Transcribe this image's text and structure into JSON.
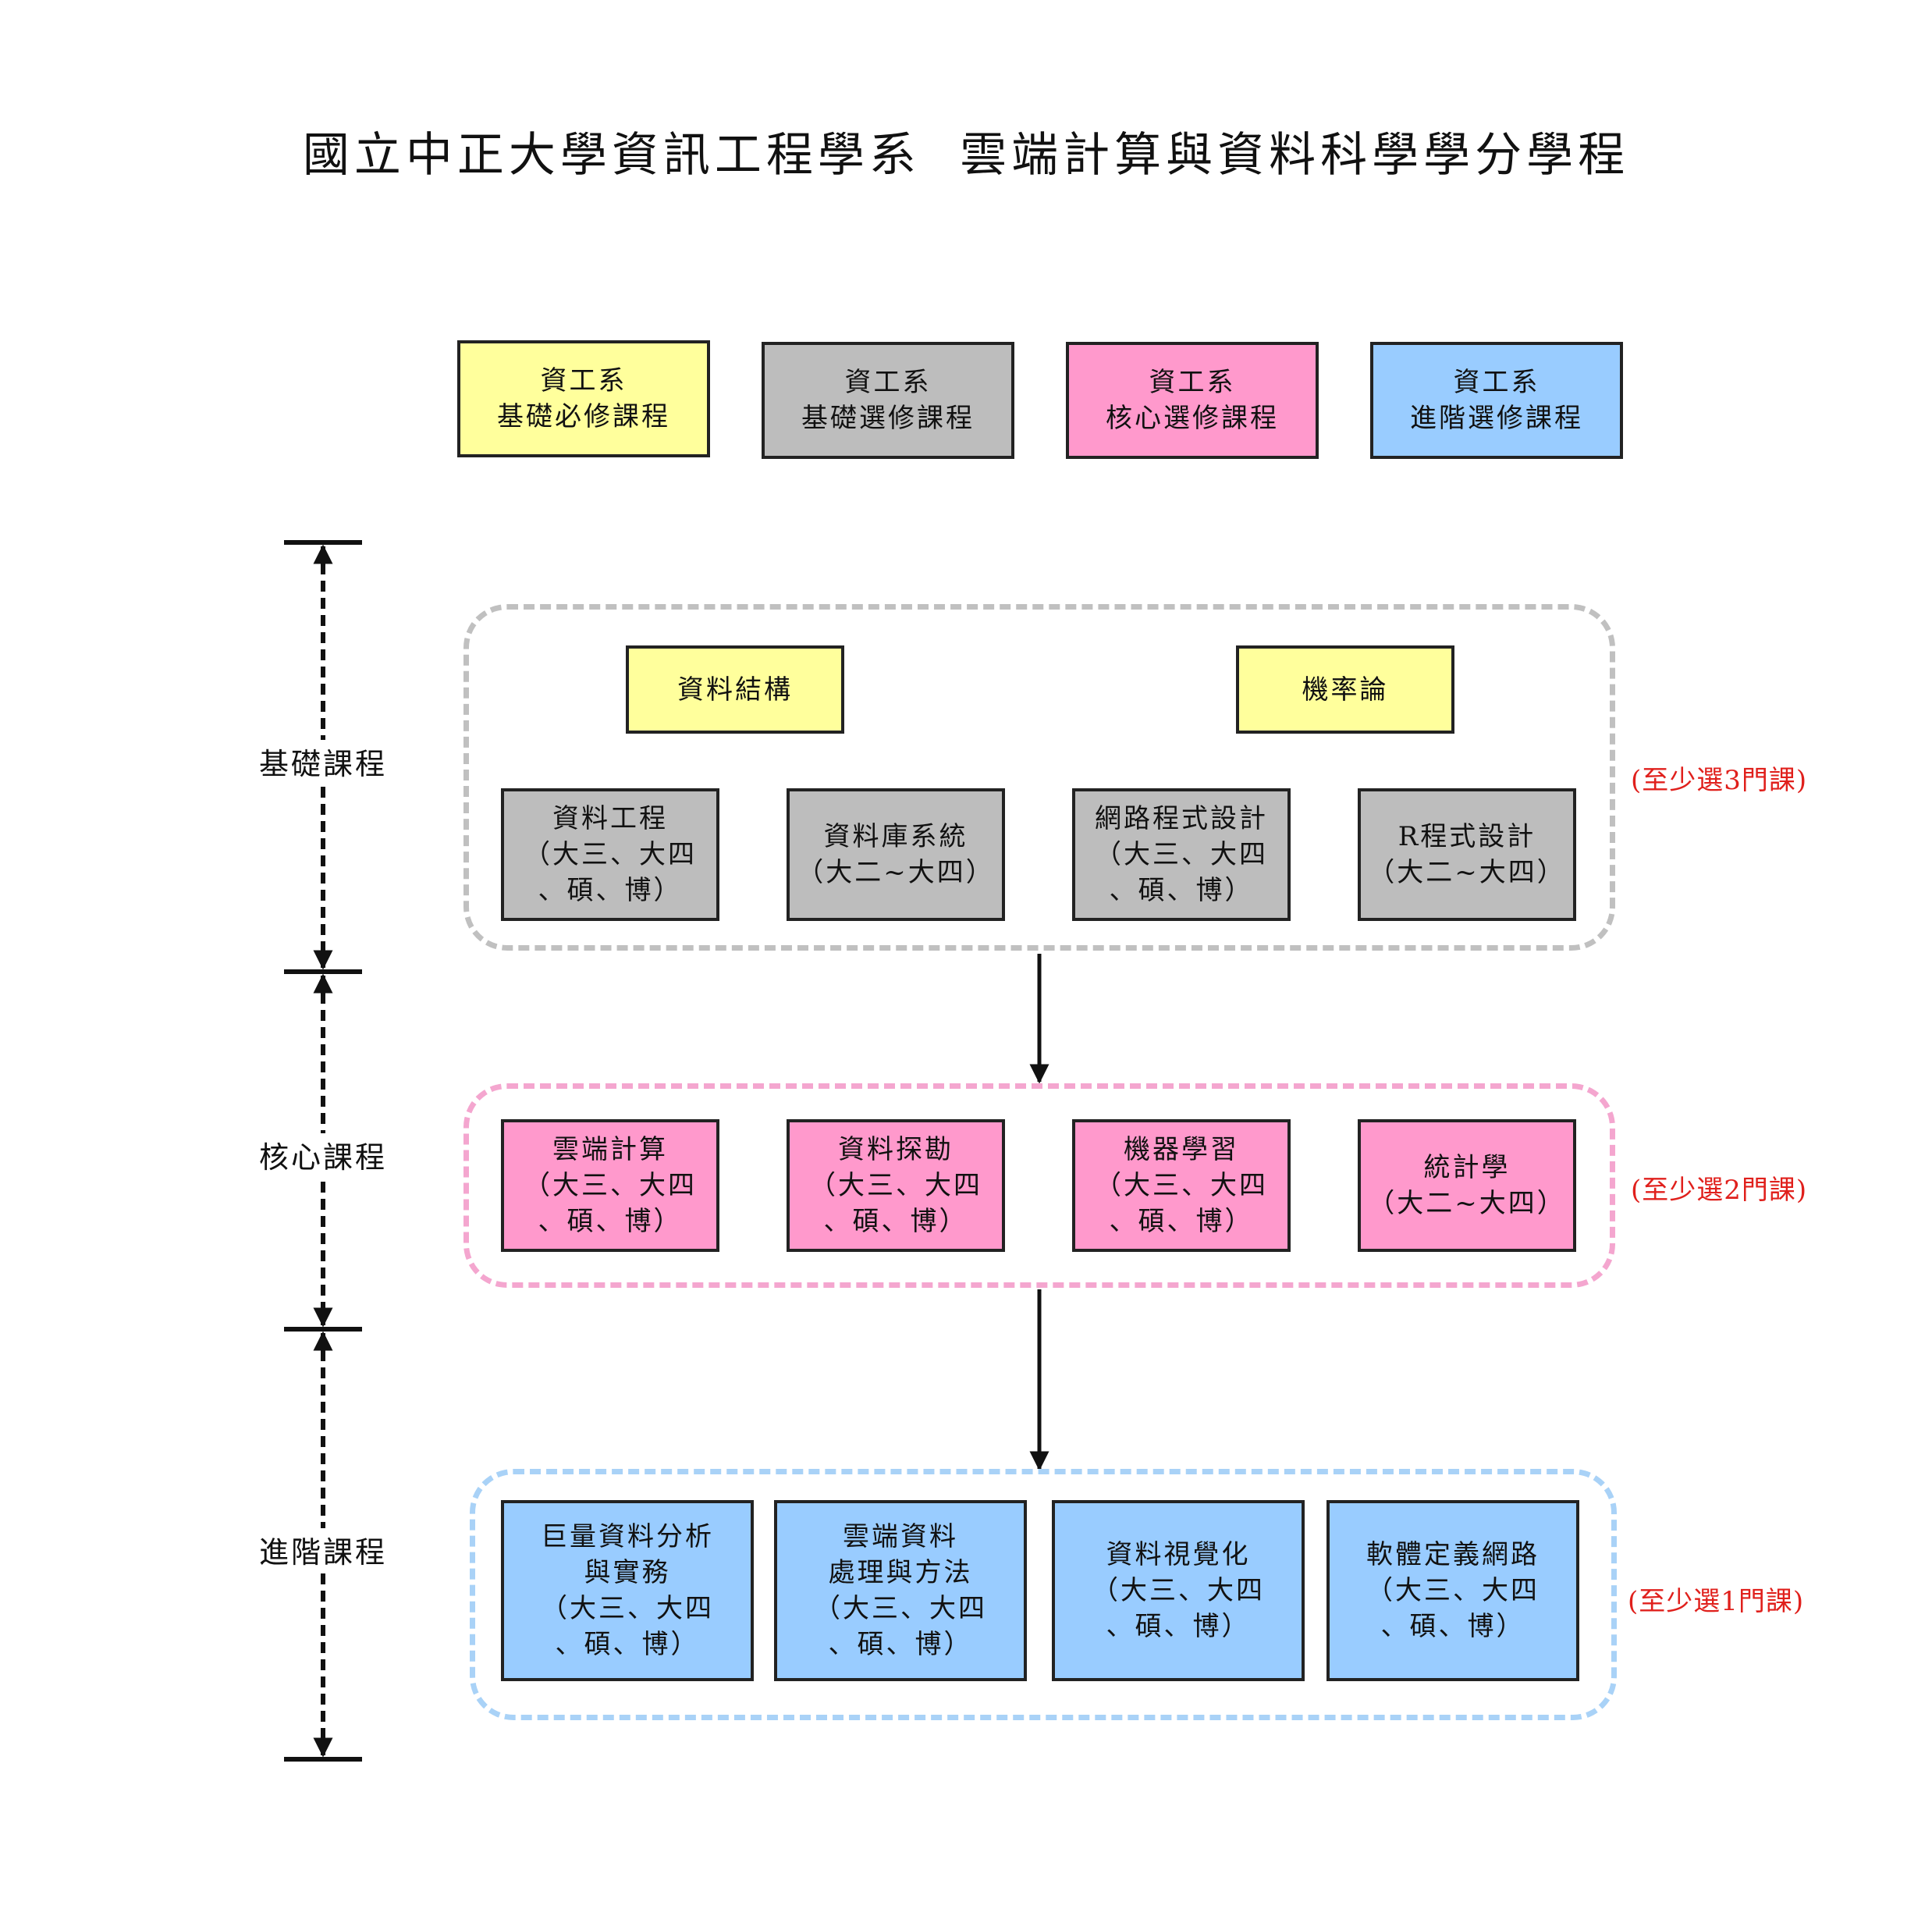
{
  "title": "國立中正大學資訊工程學系  雲端計算與資料科學學分學程",
  "legend": [
    {
      "line1": "資工系",
      "line2": "基礎必修課程",
      "color": "#ffff9c"
    },
    {
      "line1": "資工系",
      "line2": "基礎選修課程",
      "color": "#bdbdbd"
    },
    {
      "line1": "資工系",
      "line2": "核心選修課程",
      "color": "#ff99cc"
    },
    {
      "line1": "資工系",
      "line2": "進階選修課程",
      "color": "#99ccff"
    }
  ],
  "stages": {
    "basic": "基礎課程",
    "core": "核心課程",
    "advanced": "進階課程"
  },
  "notes": {
    "basic": "(至少選3門課)",
    "core": "(至少選2門課)",
    "advanced": "(至少選1門課)"
  },
  "basic_required": [
    {
      "label": "資料結構"
    },
    {
      "label": "機率論"
    }
  ],
  "basic_elective": [
    {
      "lines": [
        "資料工程",
        "（大三、大四",
        "、碩、博）"
      ]
    },
    {
      "lines": [
        "資料庫系統",
        "（大二~大四）"
      ]
    },
    {
      "lines": [
        "網路程式設計",
        "（大三、大四",
        "、碩、博）"
      ]
    },
    {
      "lines": [
        "R程式設計",
        "（大二~大四）"
      ]
    }
  ],
  "core": [
    {
      "lines": [
        "雲端計算",
        "（大三、大四",
        "、碩、博）"
      ]
    },
    {
      "lines": [
        "資料探勘",
        "（大三、大四",
        "、碩、博）"
      ]
    },
    {
      "lines": [
        "機器學習",
        "（大三、大四",
        "、碩、博）"
      ]
    },
    {
      "lines": [
        "統計學",
        "（大二~大四）"
      ]
    }
  ],
  "advanced": [
    {
      "lines": [
        "巨量資料分析",
        "與實務",
        "（大三、大四",
        "、碩、博）"
      ]
    },
    {
      "lines": [
        "雲端資料",
        "處理與方法",
        "（大三、大四",
        "、碩、博）"
      ]
    },
    {
      "lines": [
        "資料視覺化",
        "（大三、大四",
        "、碩、博）"
      ]
    },
    {
      "lines": [
        "軟體定義網路",
        "（大三、大四",
        "、碩、博）"
      ]
    }
  ],
  "colors": {
    "basic_required": "#ffff9c",
    "basic_elective": "#bdbdbd",
    "core": "#ff99cc",
    "advanced": "#99ccff",
    "note_red": "#e0201c"
  }
}
